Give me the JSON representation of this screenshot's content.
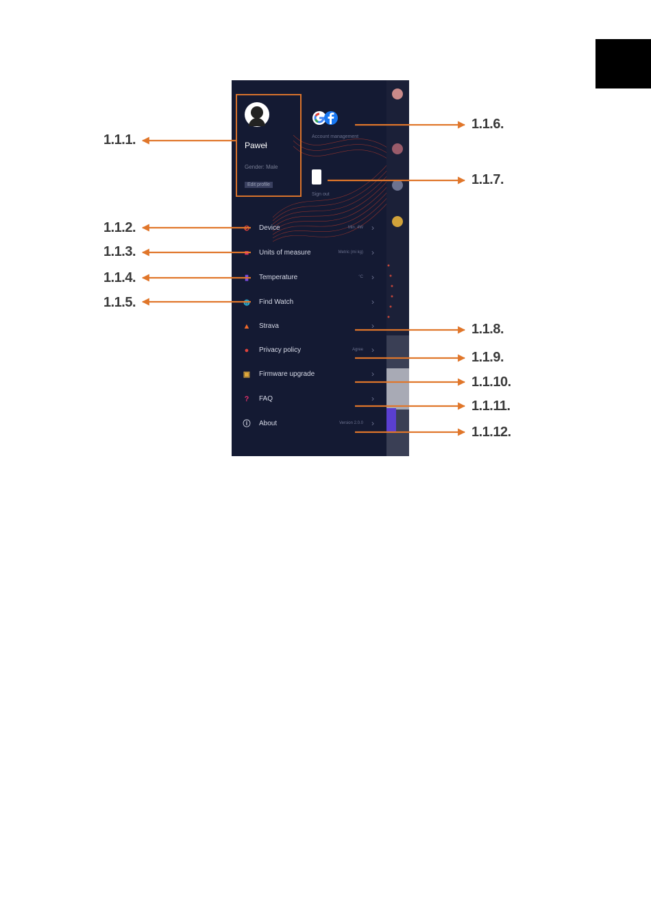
{
  "callouts": {
    "c111": "1.1.1.",
    "c112": "1.1.2.",
    "c113": "1.1.3.",
    "c114": "1.1.4.",
    "c115": "1.1.5.",
    "c116": "1.1.6.",
    "c117": "1.1.7.",
    "c118": "1.1.8.",
    "c119": "1.1.9.",
    "c1110": "1.1.10.",
    "c1111": "1.1.11.",
    "c1112": "1.1.12."
  },
  "profile": {
    "name": "Paweł",
    "gender": "Gender: Male",
    "badge": "Edit profile"
  },
  "account": {
    "label": "Account management",
    "icons": [
      "google-icon",
      "facebook-icon"
    ]
  },
  "signout": {
    "label": "Sign out",
    "icon": "door-exit-icon"
  },
  "menu": [
    {
      "label": "Device",
      "value": "Min. 4W",
      "icon": "band-icon",
      "color": "#e0433c"
    },
    {
      "label": "Units of measure",
      "value": "Metric (mi kg)",
      "icon": "units-icon",
      "color": "#e0306a"
    },
    {
      "label": "Temperature",
      "value": "°C",
      "icon": "thermometer-icon",
      "color": "#7b4ce0"
    },
    {
      "label": "Find Watch",
      "value": "",
      "icon": "search-watch-icon",
      "color": "#2bb7d9"
    },
    {
      "label": "Strava",
      "value": "",
      "icon": "strava-icon",
      "color": "#f26a2a"
    },
    {
      "label": "Privacy policy",
      "value": "Agree",
      "icon": "shield-icon",
      "color": "#e0433c"
    },
    {
      "label": "Firmware upgrade",
      "value": "",
      "icon": "chip-icon",
      "color": "#e0a83a"
    },
    {
      "label": "FAQ",
      "value": "",
      "icon": "question-icon",
      "color": "#e0306a"
    },
    {
      "label": "About",
      "value": "Version 2.0.0",
      "icon": "info-icon",
      "color": "#d8dbe8"
    }
  ],
  "colors": {
    "arrow": "#e0762a",
    "panel": "#141a33",
    "accent": "#d9732c"
  }
}
